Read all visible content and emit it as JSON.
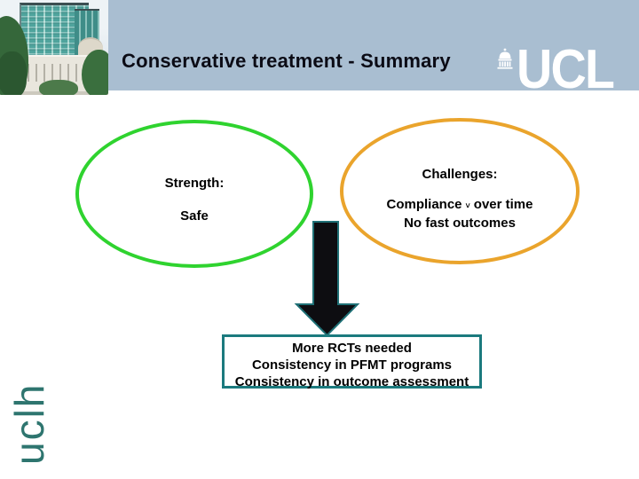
{
  "slide": {
    "title": "Conservative treatment - Summary"
  },
  "header": {
    "ucl_logo_text": "UCL",
    "dome_icon": "ucl-portico-dome-icon",
    "building_photo": "ucl-campus-building-photo"
  },
  "footer": {
    "uclh_logo_text": "uclh"
  },
  "diagram": {
    "strength_ellipse": {
      "heading": "Strength:",
      "line": "Safe"
    },
    "challenges_ellipse": {
      "heading": "Challenges:",
      "line1_pre": "Compliance",
      "line1_mark": "˅",
      "line1_post": "over time",
      "line2": "No fast outcomes"
    },
    "arrow_icon": "down-arrow",
    "conclusion_box": {
      "lines": [
        "More RCTs needed",
        "Consistency in PFMT programs",
        "Consistency in outcome assessment"
      ]
    }
  },
  "colors": {
    "header_band": "#a9bed1",
    "title_text": "#0b0b15",
    "strength_ellipse_border": "#2fd32f",
    "challenges_ellipse_border": "#eaa42c",
    "conclusion_box_border": "#1b7a7e",
    "arrow_fill": "#0d0d11",
    "arrow_outline": "#1f7076",
    "uclh_teal": "#2e756f",
    "ucl_logo_text_color": "#ffffff"
  }
}
